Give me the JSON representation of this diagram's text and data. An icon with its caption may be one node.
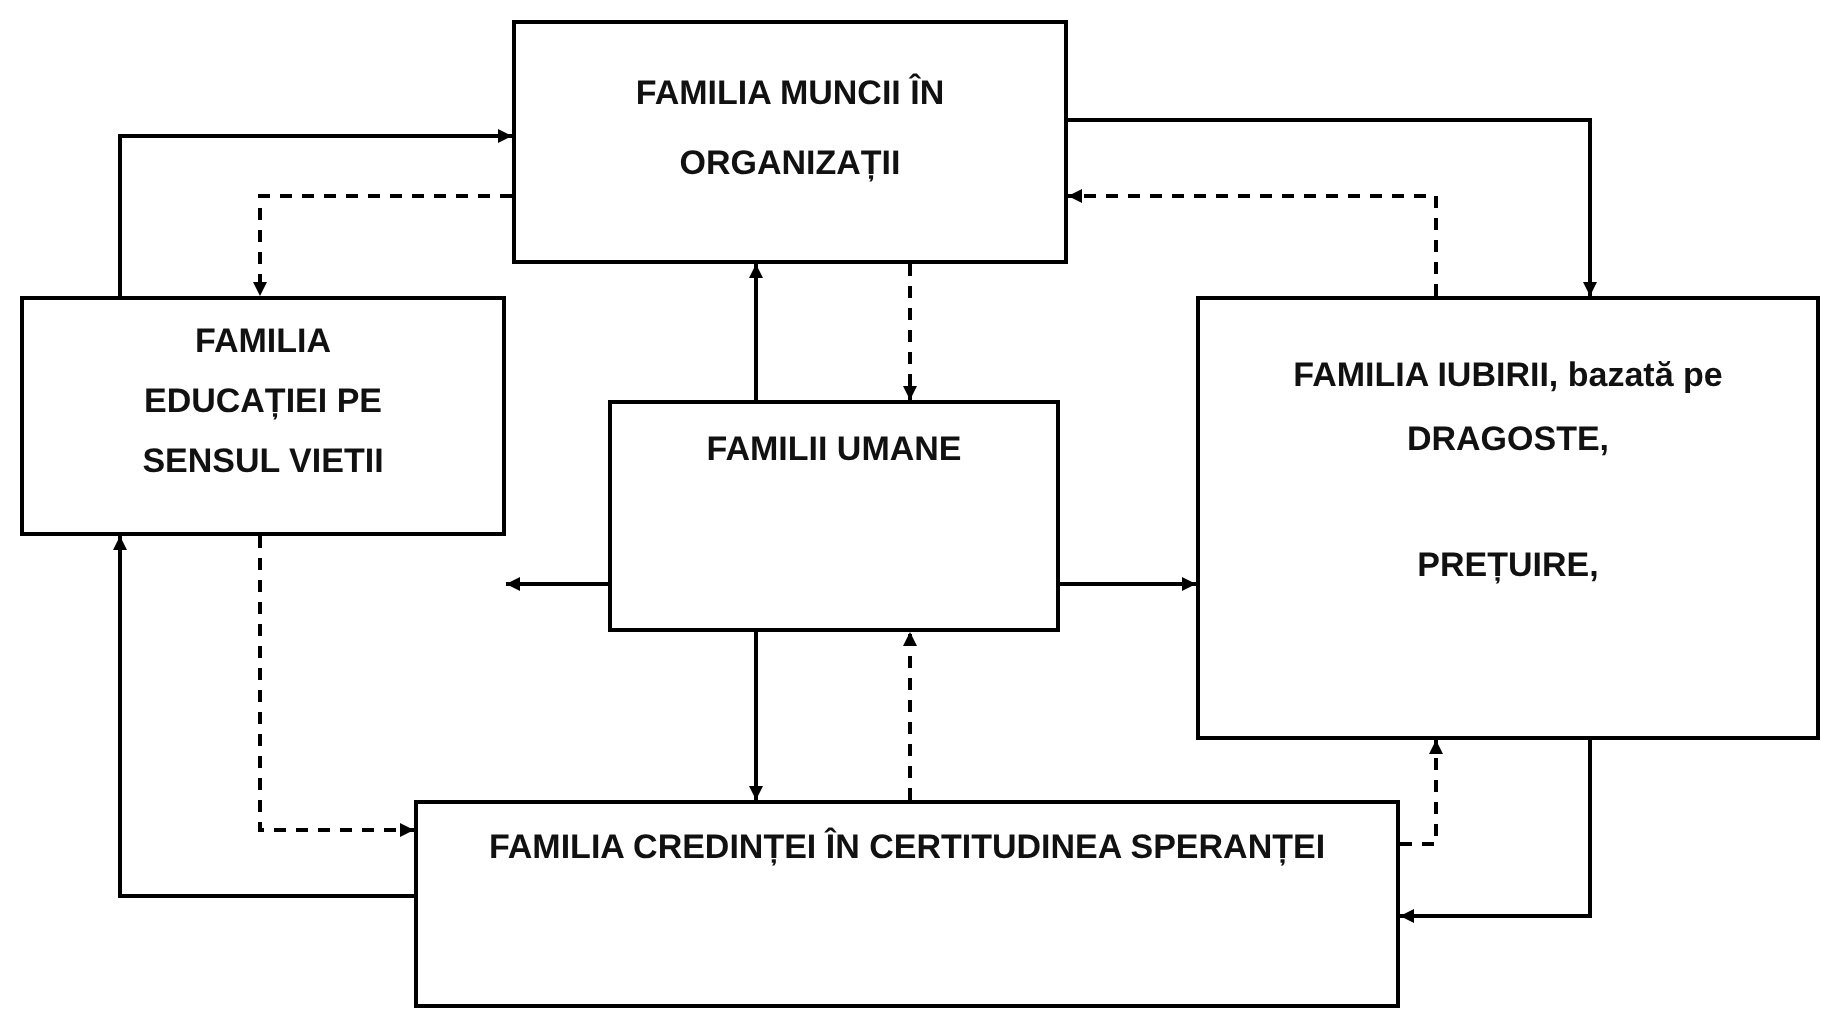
{
  "diagram": {
    "nodes": [
      {
        "text": [
          "FAMILIA MUNCII ÎN ORGANIZAȚII"
        ]
      },
      {
        "text": [
          "FAMILIA EDUCAȚIEI PE SENSUL VIETII"
        ]
      },
      {
        "text": [
          "FAMILII UMANE"
        ]
      },
      {
        "text": [
          "FAMILIA IUBIRII, bazată pe DRAGOSTE,",
          "PREȚUIRE,"
        ]
      },
      {
        "text": [
          "FAMILIA CREDINȚEI ÎN CERTITUDINEA SPERANȚEI"
        ]
      }
    ],
    "edges": [
      {
        "from": 1,
        "to": 0,
        "arrow": "to"
      },
      {
        "from": 0,
        "to": 1,
        "arrow": "to",
        "style": "dashed"
      },
      {
        "from": 0,
        "to": 3,
        "arrow": "to"
      },
      {
        "from": 3,
        "to": 0,
        "arrow": "to",
        "style": "dashed"
      },
      {
        "from": 2,
        "to": 0,
        "arrow": "to"
      },
      {
        "from": 0,
        "to": 2,
        "arrow": "to",
        "style": "dashed"
      },
      {
        "from": 2,
        "to": 1,
        "arrow": "to"
      },
      {
        "from": 2,
        "to": 3,
        "arrow": "to"
      },
      {
        "from": 2,
        "to": 4,
        "arrow": "to"
      },
      {
        "from": 4,
        "to": 2,
        "arrow": "to",
        "style": "dashed"
      },
      {
        "from": 1,
        "to": 4,
        "arrow": "to",
        "style": "dashed"
      },
      {
        "from": 4,
        "to": 1,
        "arrow": "to"
      },
      {
        "from": 4,
        "to": 3,
        "arrow": "to",
        "style": "dashed"
      },
      {
        "from": 3,
        "to": 4,
        "arrow": "to"
      }
    ]
  }
}
